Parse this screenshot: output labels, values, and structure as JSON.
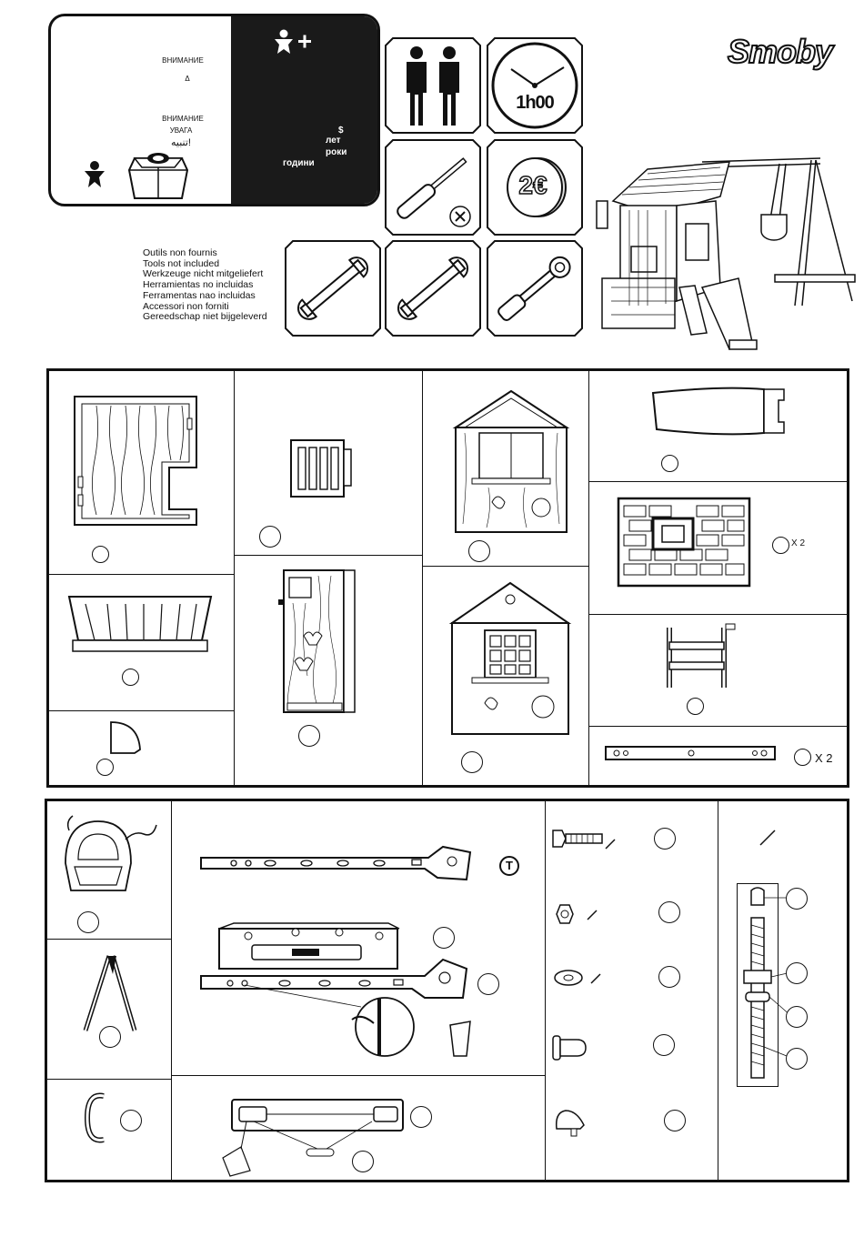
{
  "brand": {
    "logo": "Smoby"
  },
  "warning_panel": {
    "heading_ru": "ВНИМАНИЕ",
    "triangle_symbol": "Δ",
    "heading_bg": "ВНИМАНИЕ",
    "heading_uk": "УВАГА",
    "heading_ar": "تنبيه!"
  },
  "age_panel": {
    "dollar": "$",
    "label_ru": "лет",
    "label_uk": "роки",
    "label_bg": "години"
  },
  "info_tiles": {
    "time": "1h00",
    "coin": "2€"
  },
  "tools_not_included": [
    "Outils non  fournis",
    "Tools not included",
    "Werkzeuge nicht mitgeliefert",
    "Herramientas no incluidas",
    "Ferramentas nao incluidas",
    "Accessori non forniti",
    "Gereedschap niet bijgeleverd"
  ],
  "parts": {
    "roof_quantity": "X 2",
    "bar_quantity": "X 2",
    "t_marker": "T"
  },
  "colors": {
    "ink": "#111111",
    "panel_dark": "#1a1a1a"
  }
}
